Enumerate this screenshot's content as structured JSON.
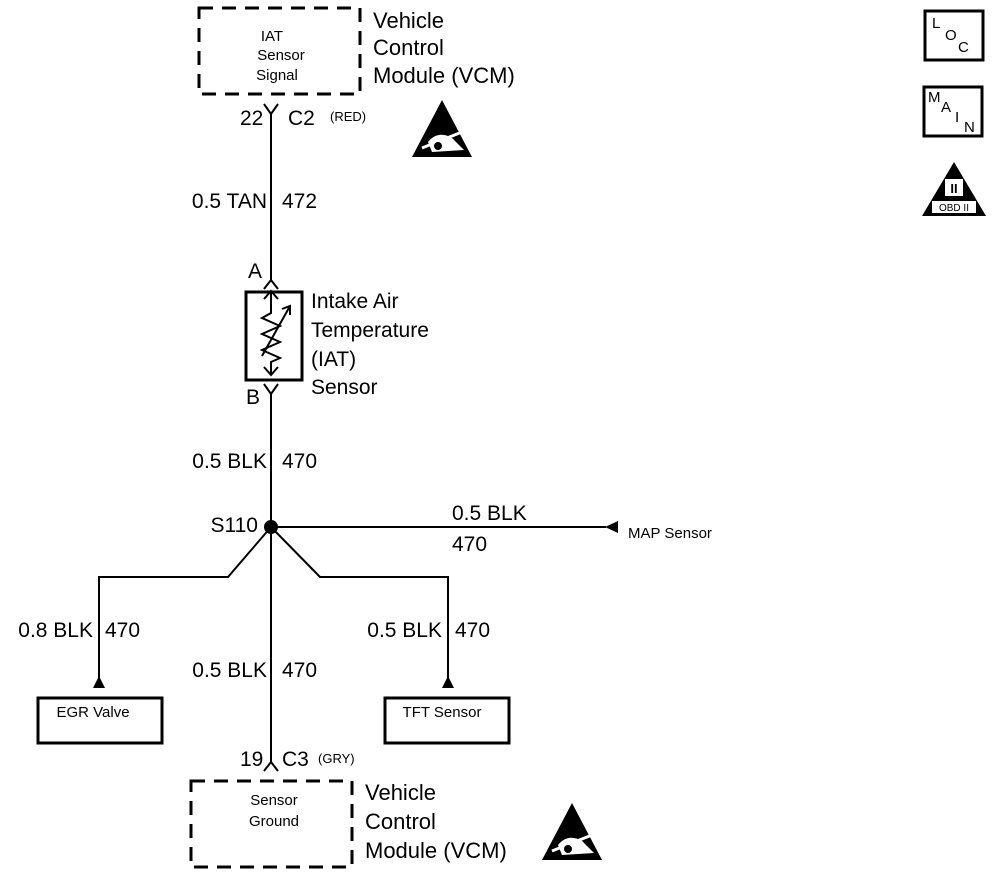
{
  "vcm_top": {
    "signal_lines": [
      "IAT",
      "Sensor",
      "Signal"
    ],
    "module_lines": [
      "Vehicle",
      "Control",
      "Module (VCM)"
    ],
    "pin": "22",
    "connector": "C2",
    "connector_color": "(RED)"
  },
  "wire_tan": {
    "gauge_color": "0.5 TAN",
    "circuit": "472"
  },
  "iat_sensor": {
    "terminal_a": "A",
    "terminal_b": "B",
    "label_lines": [
      "Intake Air",
      "Temperature",
      "(IAT)",
      "Sensor"
    ]
  },
  "wire_blk_main": {
    "gauge_color": "0.5 BLK",
    "circuit": "470"
  },
  "splice": {
    "label": "S110"
  },
  "wire_map": {
    "gauge_color": "0.5 BLK",
    "circuit": "470",
    "destination": "MAP Sensor"
  },
  "wire_egr": {
    "gauge_color": "0.8 BLK",
    "circuit": "470",
    "destination": "EGR Valve"
  },
  "wire_vcm_ground": {
    "gauge_color": "0.5 BLK",
    "circuit": "470"
  },
  "wire_tft": {
    "gauge_color": "0.5 BLK",
    "circuit": "470",
    "destination": "TFT Sensor"
  },
  "vcm_bottom": {
    "signal_lines": [
      "Sensor",
      "Ground"
    ],
    "module_lines": [
      "Vehicle",
      "Control",
      "Module (VCM)"
    ],
    "pin": "19",
    "connector": "C3",
    "connector_color": "(GRY)"
  },
  "legend": {
    "loc_letters": [
      "L",
      "O",
      "C"
    ],
    "main_letters": [
      "M",
      "A",
      "I",
      "N"
    ],
    "obd_numeral": "II",
    "obd_label": "OBD II"
  },
  "icons": [
    "esd-warning-icon",
    "loc-icon",
    "main-icon",
    "obd-ii-icon"
  ]
}
